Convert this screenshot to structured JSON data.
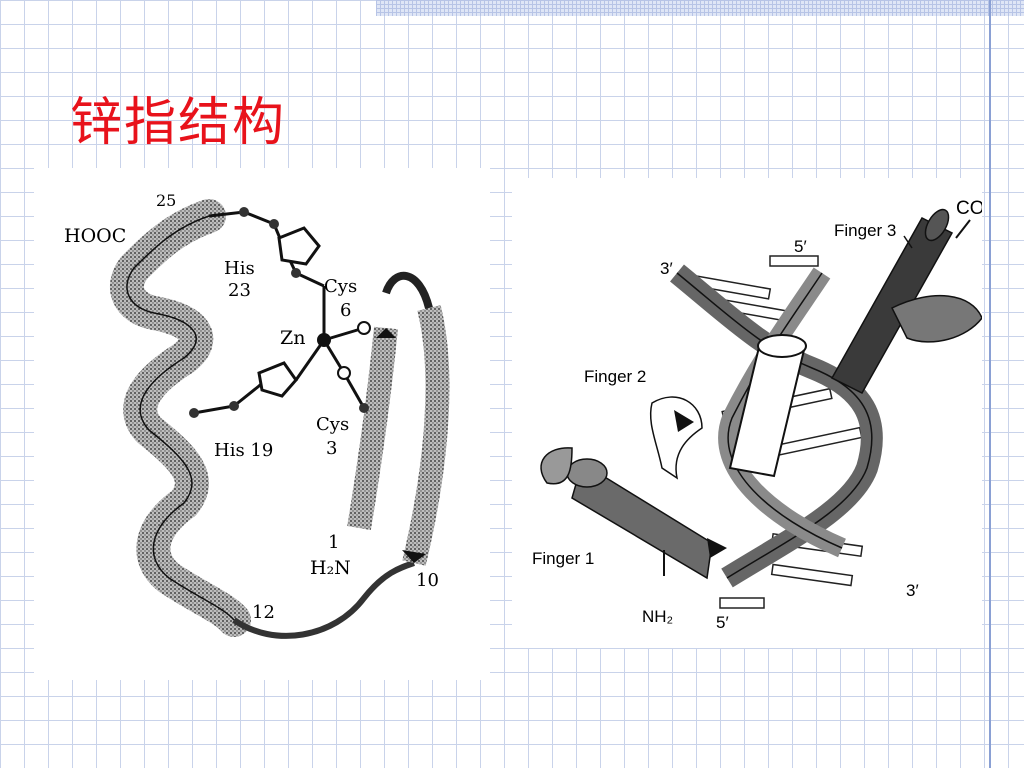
{
  "slide": {
    "title": "锌指结构"
  },
  "figure_left": {
    "labels": {
      "n25": "25",
      "hooc": "HOOC",
      "his23_name": "His",
      "his23_num": "23",
      "cys6_name": "Cys",
      "cys6_num": "6",
      "zn": "Zn",
      "cys3_name": "Cys",
      "cys3_num": "3",
      "his19": "His 19",
      "n1": "1",
      "h2n": "H₂N",
      "n10": "10",
      "n12": "12"
    }
  },
  "figure_right": {
    "labels": {
      "co": "CO",
      "finger3": "Finger 3",
      "p5_top": "5′",
      "p3_top": "3′",
      "finger2": "Finger 2",
      "finger1": "Finger 1",
      "nh2": "NH₂",
      "p3_bottom": "3′",
      "p5_bottom": "5′"
    }
  }
}
